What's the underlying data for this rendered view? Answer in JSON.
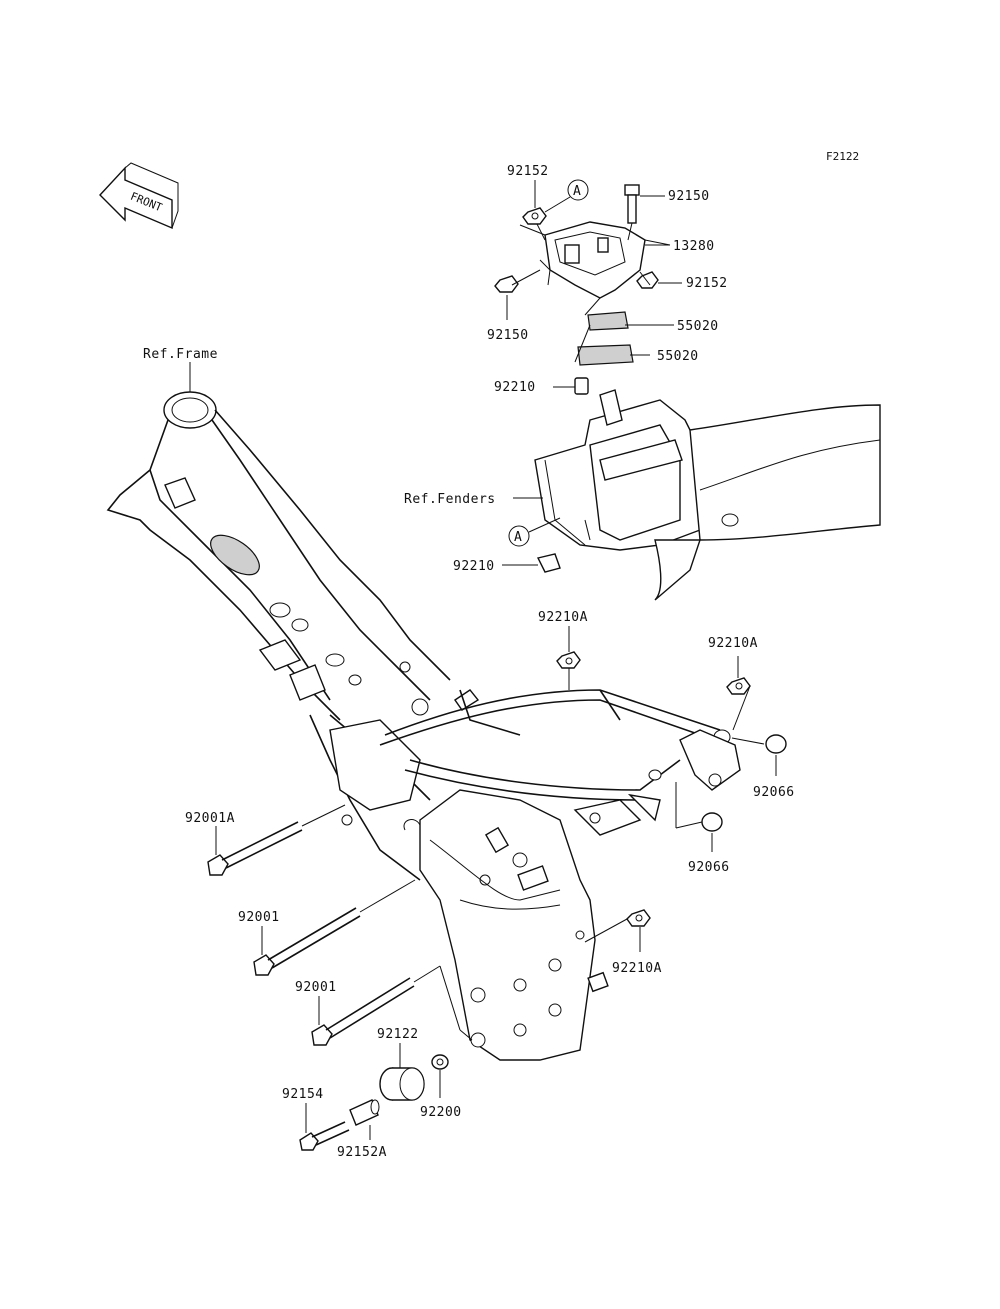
{
  "figure_id": "F2122",
  "front_arrow": {
    "text": "FRONT"
  },
  "ref_frame": "Ref.Frame",
  "ref_fenders": "Ref.Fenders",
  "ref_marker": "A",
  "labels": {
    "p92152_top": "92152",
    "p92150_top": "92150",
    "p13280": "13280",
    "p92152_right": "92152",
    "p92150_left": "92150",
    "p55020_a": "55020",
    "p55020_b": "55020",
    "p92210_top": "92210",
    "p92210_bottom": "92210",
    "p92210A_top": "92210A",
    "p92210A_right": "92210A",
    "p92066_right": "92066",
    "p92066_lower": "92066",
    "p92001A": "92001A",
    "p92001_a": "92001",
    "p92001_b": "92001",
    "p92210A_lower": "92210A",
    "p92122": "92122",
    "p92154": "92154",
    "p92200": "92200",
    "p92152A": "92152A"
  }
}
